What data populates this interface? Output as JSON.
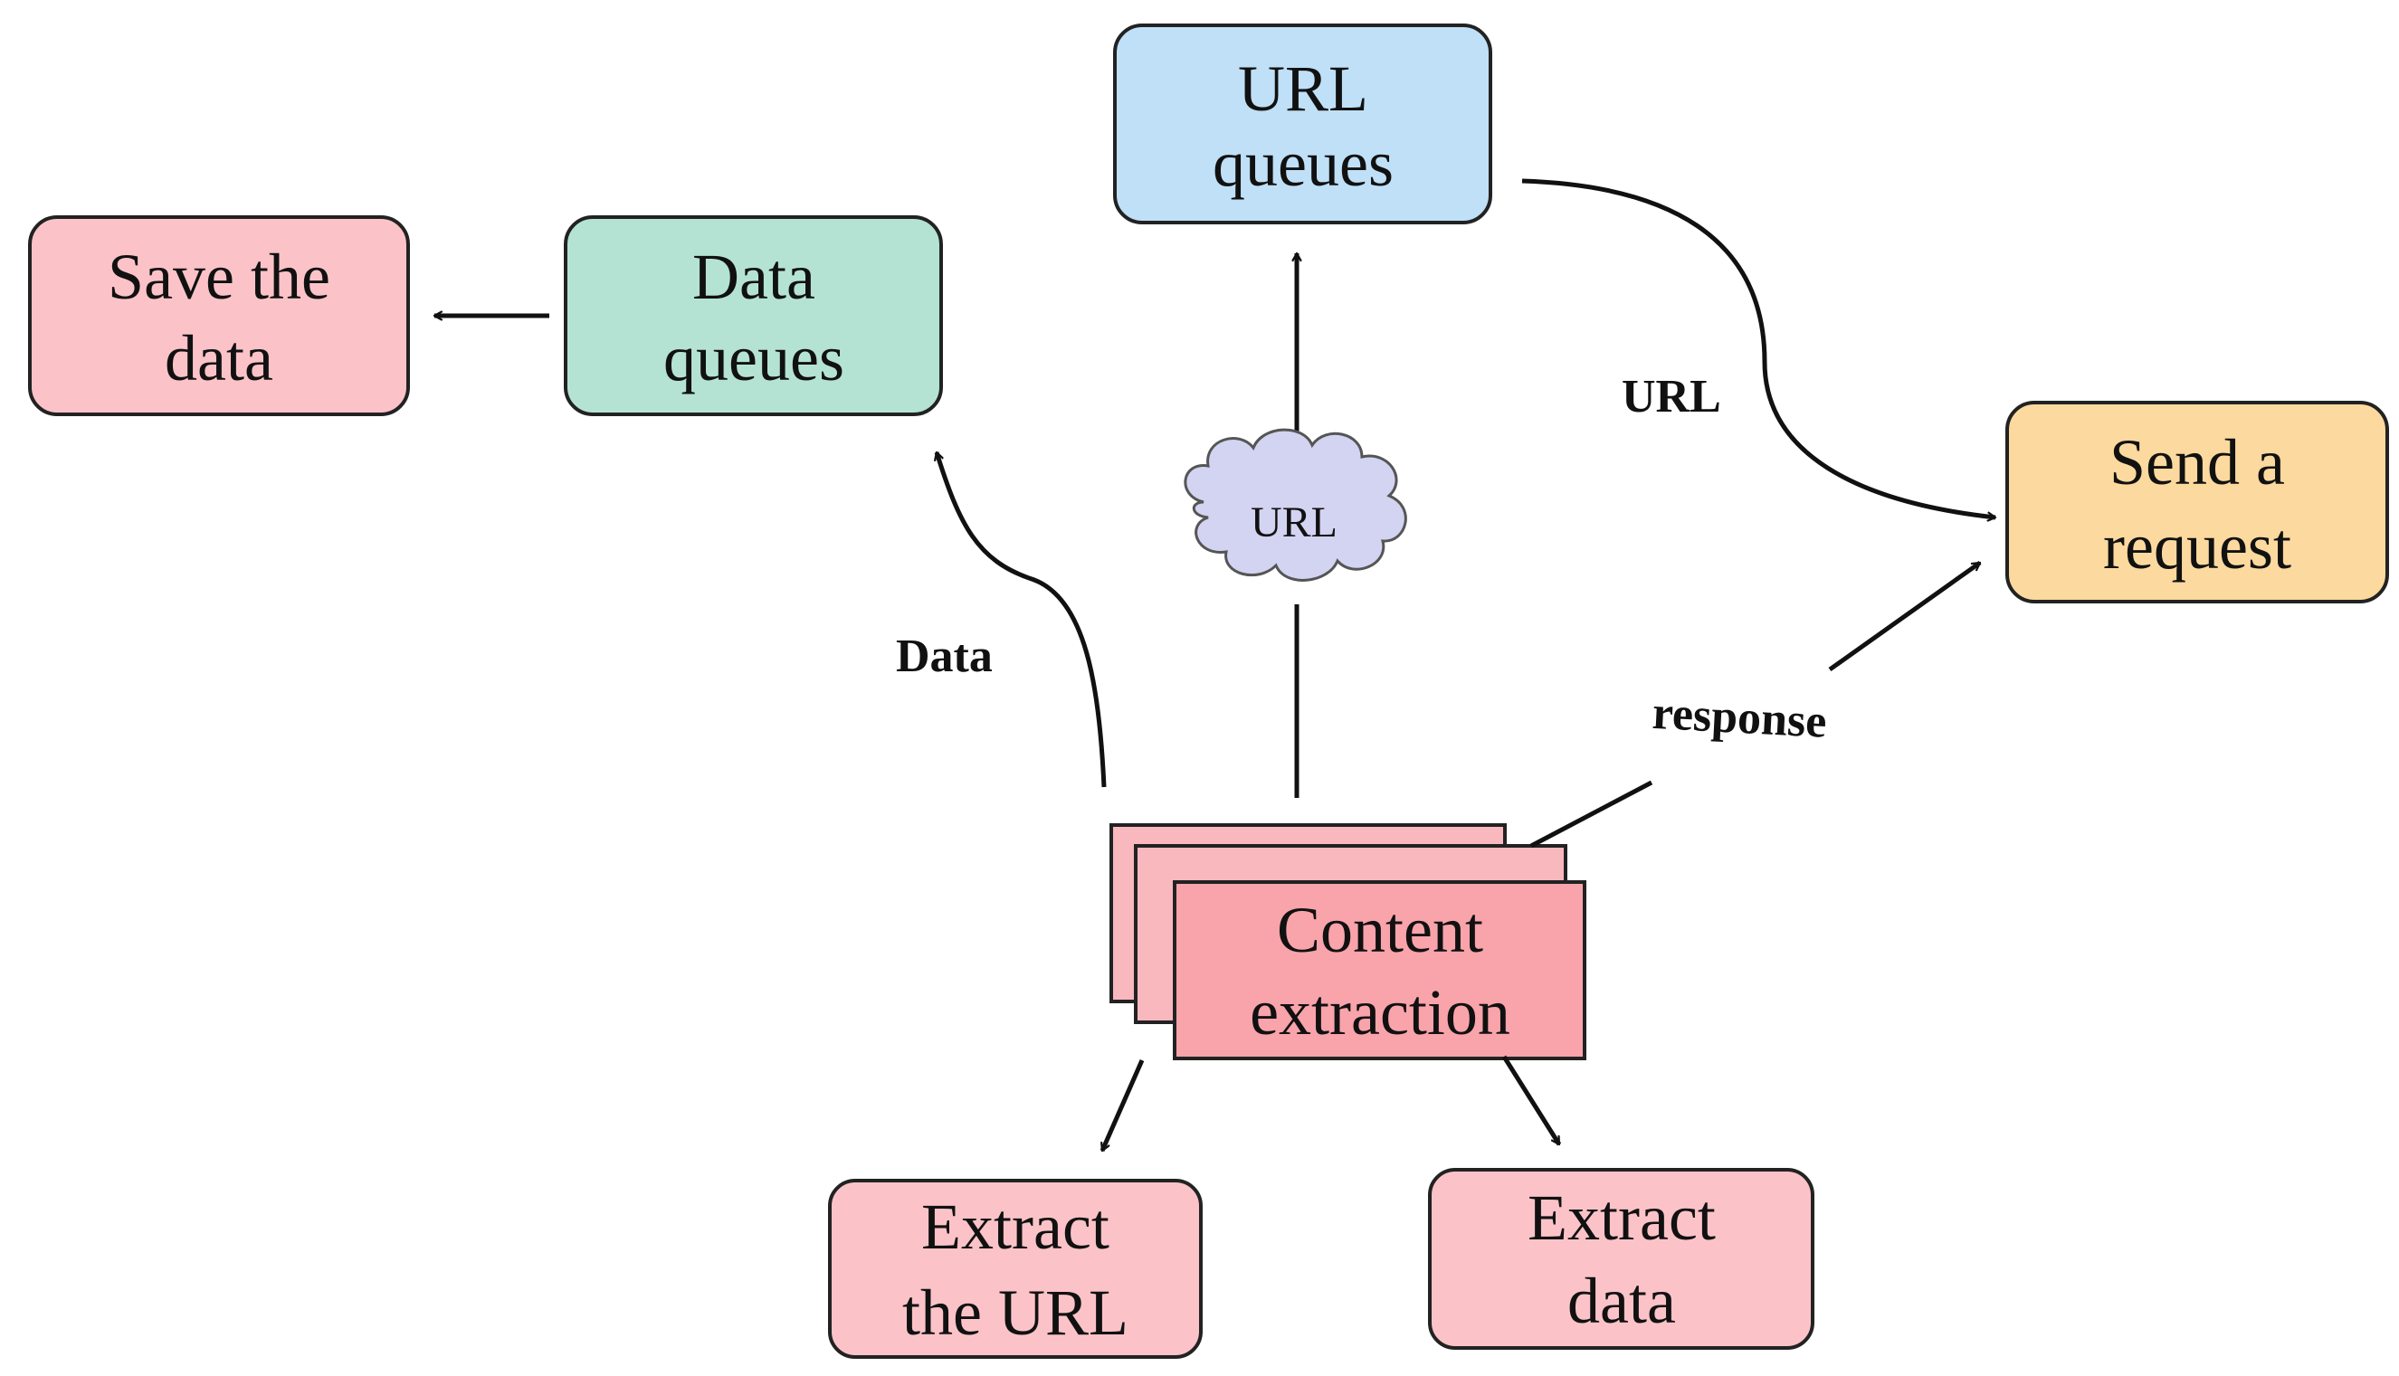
{
  "nodes": {
    "url_queues": {
      "line1": "URL",
      "line2": "queues",
      "color": "#bfe0f7"
    },
    "data_queues": {
      "line1": "Data",
      "line2": "queues",
      "color": "#b5e3d3"
    },
    "save_data": {
      "line1": "Save the",
      "line2": "data",
      "color": "#fbc3c8"
    },
    "send_request": {
      "line1": "Send a",
      "line2": "request",
      "color": "#fcd99e"
    },
    "content_extraction": {
      "line1": "Content",
      "line2": "extraction",
      "color": "#f9a3ab",
      "back_color": "#f9b8be"
    },
    "extract_url": {
      "line1": "Extract",
      "line2": "the URL",
      "color": "#fbc3c8"
    },
    "extract_data": {
      "line1": "Extract",
      "line2": "data",
      "color": "#fbc3c8"
    },
    "url_cloud": {
      "label": "URL",
      "color": "#d3d3f2"
    }
  },
  "edges": {
    "url_label": "URL",
    "data_label": "Data",
    "response_label": "response"
  }
}
